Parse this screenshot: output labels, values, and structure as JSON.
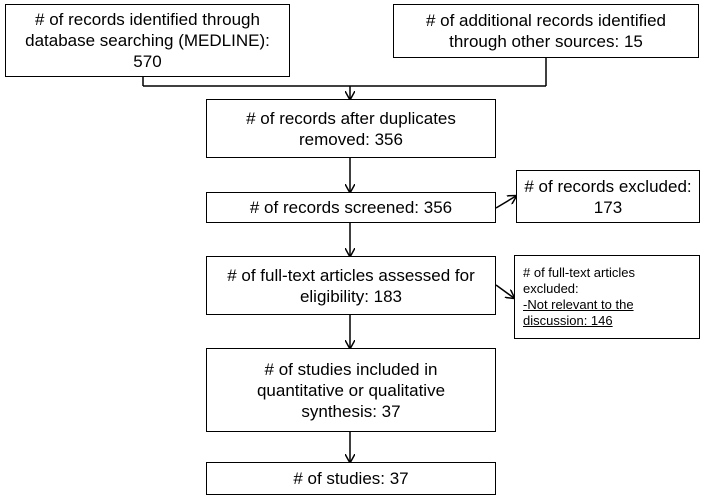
{
  "boxes": {
    "database_search": "# of records identified through\ndatabase searching (MEDLINE):\n570",
    "other_sources": "# of additional records identified\nthrough other sources: 15",
    "after_duplicates": "# of records after duplicates\nremoved: 356",
    "screened": "# of records screened: 356",
    "excluded": "# of records excluded:\n173",
    "full_text_assessed": "# of full-text articles assessed for\neligibility: 183",
    "full_text_excluded": {
      "line1": "# of full-text articles",
      "line2": "excluded:",
      "reason_line1": "-Not relevant to the",
      "reason_line2": "discussion: 146"
    },
    "included_synthesis": "# of studies included in\nquantitative or qualitative\nsynthesis: 37",
    "studies": "# of studies: 37"
  }
}
